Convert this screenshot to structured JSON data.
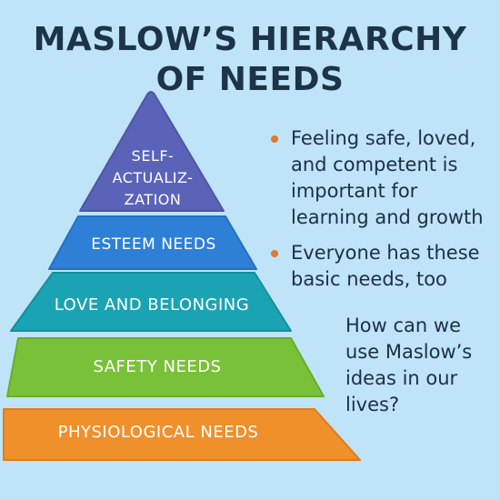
{
  "title": {
    "line1": "MASLOW’S HIERARCHY",
    "line2": "OF NEEDS"
  },
  "pyramid": {
    "levels": [
      {
        "lines": [
          "SELF-",
          "ACTUALIZ-",
          "ZATION"
        ],
        "color": "#5b63b8"
      },
      {
        "label": "ESTEEM NEEDS",
        "color": "#2d80d6"
      },
      {
        "label": "LOVE AND BELONGING",
        "color": "#1aa4b3"
      },
      {
        "label": "SAFETY NEEDS",
        "color": "#7ac13a"
      },
      {
        "label": "PHYSIOLOGICAL NEEDS",
        "color": "#f0902a"
      }
    ]
  },
  "bullets": [
    {
      "text": "Feeling safe, loved, and competent is important for learning and growth"
    },
    {
      "text": "Everyone has these basic needs, too"
    }
  ],
  "bullet_color": "#e6772e",
  "question": "How can we use Maslow’s ideas in our lives?"
}
